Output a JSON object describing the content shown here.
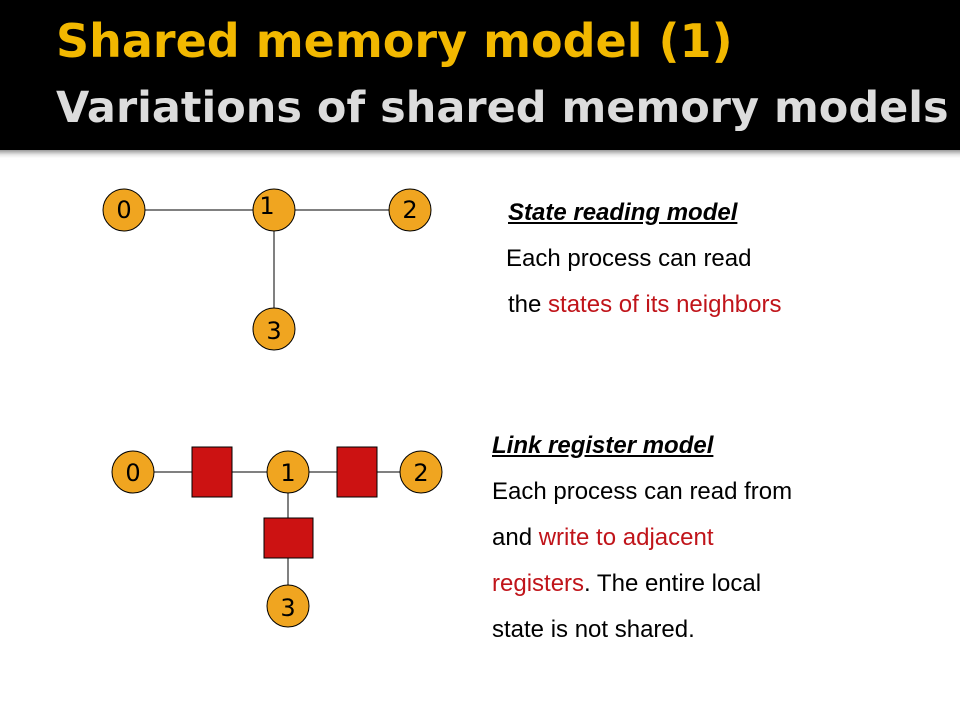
{
  "title": {
    "line1": "Shared memory model (1)",
    "line2": "Variations of shared memory models"
  },
  "state_reading": {
    "heading": "State reading model",
    "line1": "Each process can read",
    "line2_prefix": "the ",
    "line2_highlight": "states of its neighbors",
    "nodes": [
      "0",
      "1",
      "2",
      "3"
    ]
  },
  "link_register": {
    "heading": "Link register model",
    "line1": "Each process can read from",
    "line2_prefix": "and ",
    "line2_highlight": "write to adjacent",
    "line3_highlight": "registers",
    "line3_suffix": ". The entire local",
    "line4": "state is not shared.",
    "nodes": [
      "0",
      "1",
      "2",
      "3"
    ]
  },
  "colors": {
    "title": "#f2b800",
    "subtitle": "#dcdcdc",
    "node_fill": "#f0a520",
    "register_fill": "#cc1212",
    "highlight_text": "#c0141a"
  }
}
